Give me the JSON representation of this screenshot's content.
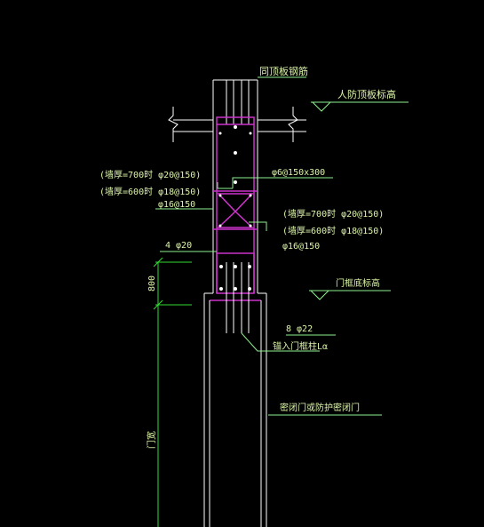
{
  "colors": {
    "background": "#000000",
    "outline": "#ffffff",
    "rebar": "#cc33cc",
    "stirrup": "#cc33cc",
    "leader": "#8ef08e",
    "text": "#dcf5a8",
    "level_line": "#8ef08e",
    "dimension": "#33dd33"
  },
  "labels": {
    "top_ref": "同顶板钢筋",
    "civil_top_elevation": "人防顶板标高",
    "wall_700": "(墙厚=700时  φ20@150)",
    "wall_600": "(墙厚=600时  φ18@150)",
    "tie_16_left": "φ16@150",
    "stirrup_spec": "φ6@150x300",
    "right_wall_700": "(墙厚=700时  φ20@150)",
    "right_wall_600": "(墙厚=600时  φ18@150)",
    "tie_16_right": "φ16@150",
    "corner_bars": "4 φ20",
    "dim_800": "800",
    "door_frame_elevation": "门框底标高",
    "bars_8_22": "8 φ22",
    "anchor_into_post": "锚入门框柱Lα",
    "door_type": "密闭门或防护密闭门",
    "door_width": "门宽"
  }
}
